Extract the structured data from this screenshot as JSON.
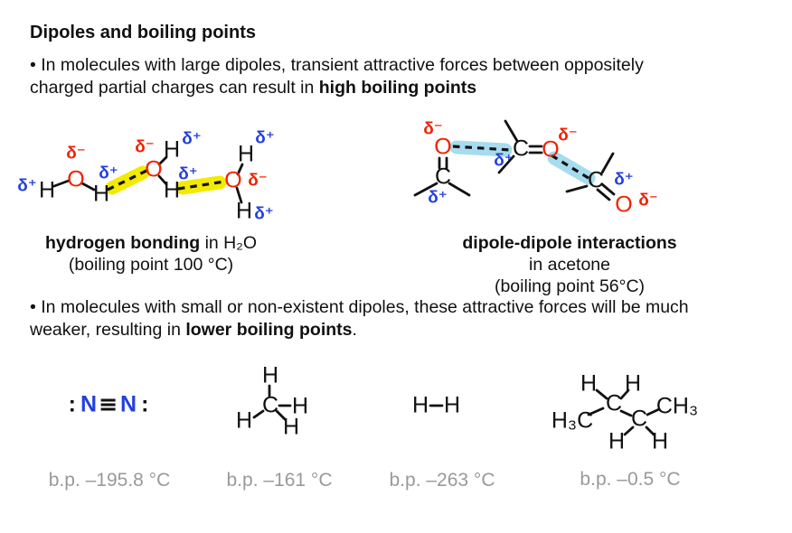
{
  "title": "Dipoles and boiling points",
  "bullet1": {
    "line1": "• In molecules with large dipoles, transient attractive forces between oppositely",
    "line2_pre": "charged partial charges can result in ",
    "line2_bold": "high boiling points"
  },
  "bullet2": {
    "line1": "• In molecules with small or non-existent dipoles, these attractive forces will be much",
    "line2_pre": "weaker, resulting in ",
    "line2_bold": "lower boiling points",
    "line2_post": "."
  },
  "symbols": {
    "oxygen": "O",
    "hydrogen": "H",
    "carbon": "C",
    "nitrogen": "N",
    "delta_plus": "δ⁺",
    "delta_minus": "δ⁻",
    "lone_pair": ":",
    "methyl_h3c": "H₃C",
    "methyl_ch3": "CH₃"
  },
  "water_panel": {
    "caption_bold": "hydrogen bonding",
    "caption_rest": " in H₂O",
    "boiling_point": "(boiling point 100 °C)"
  },
  "acetone_panel": {
    "caption_bold": "dipole-dipole interactions",
    "caption_rest": " in acetone",
    "boiling_point": "(boiling point 56°C)"
  },
  "molecules": [
    {
      "name": "nitrogen",
      "bp": "b.p. –195.8 °C"
    },
    {
      "name": "methane",
      "bp": "b.p. –161 °C"
    },
    {
      "name": "hydrogen",
      "bp": "b.p. –263 °C"
    },
    {
      "name": "butane",
      "bp": "b.p. –0.5 °C"
    }
  ],
  "colors": {
    "oxygen_red": "#ee2200",
    "charge_blue": "#2340dd",
    "hbond_highlight_yellow": "#f3ea00",
    "dipole_highlight_cyan": "#a6dcee",
    "bp_text_gray": "#999999",
    "text_black": "#111111"
  }
}
